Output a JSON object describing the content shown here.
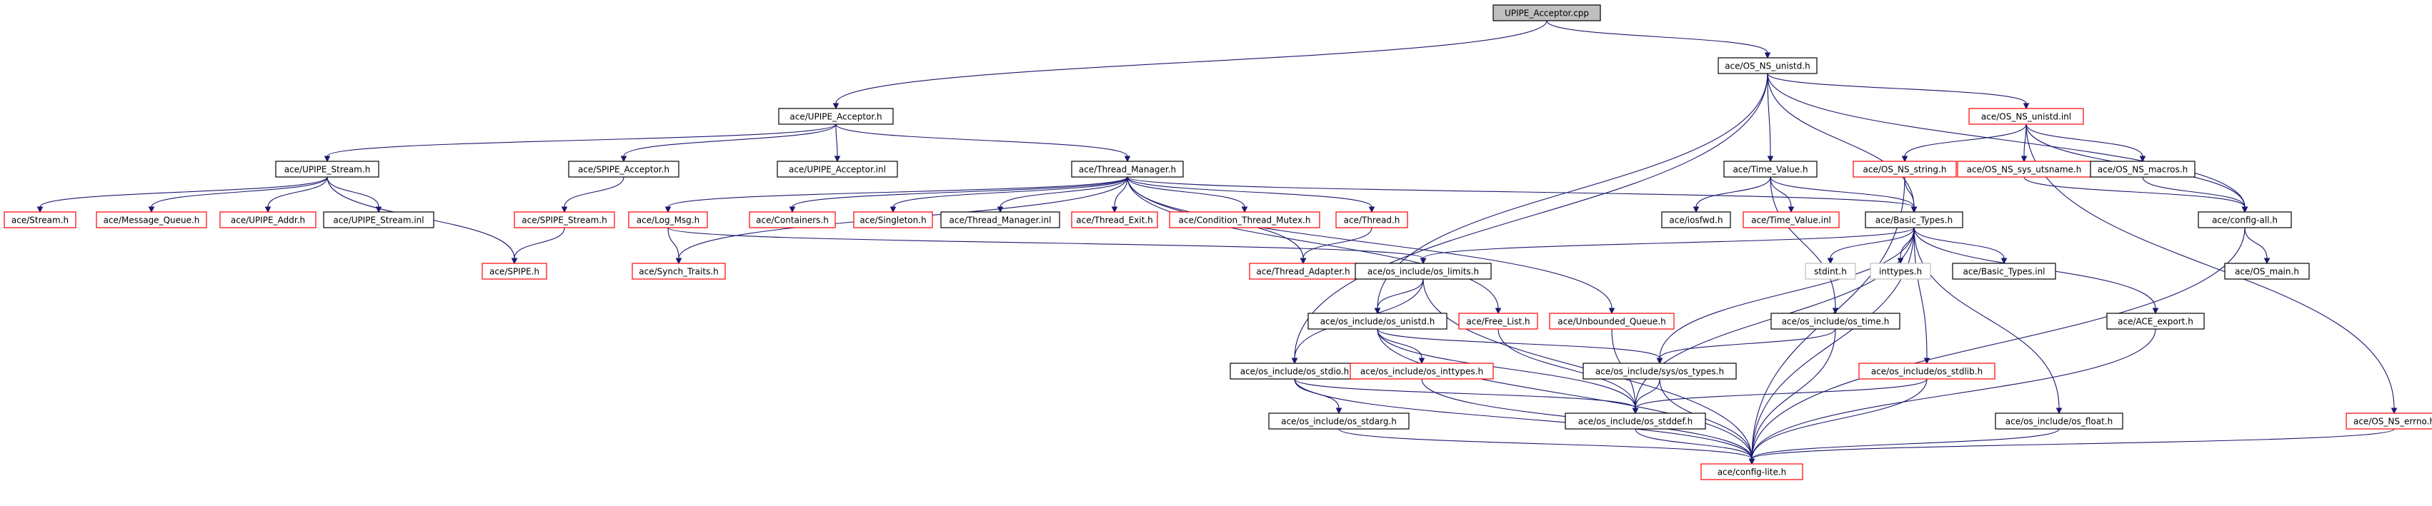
{
  "nodes": [
    {
      "id": "root",
      "label": "UPIPE_Acceptor.cpp",
      "style": "root"
    },
    {
      "id": "os_ns_unistd_h",
      "label": "ace/OS_NS_unistd.h",
      "style": "black"
    },
    {
      "id": "upipe_acceptor_h",
      "label": "ace/UPIPE_Acceptor.h",
      "style": "black"
    },
    {
      "id": "os_ns_unistd_inl",
      "label": "ace/OS_NS_unistd.inl",
      "style": "red"
    },
    {
      "id": "upipe_stream_h",
      "label": "ace/UPIPE_Stream.h",
      "style": "black"
    },
    {
      "id": "spipe_acceptor_h",
      "label": "ace/SPIPE_Acceptor.h",
      "style": "black"
    },
    {
      "id": "upipe_acceptor_inl",
      "label": "ace/UPIPE_Acceptor.inl",
      "style": "black"
    },
    {
      "id": "thread_manager_h",
      "label": "ace/Thread_Manager.h",
      "style": "black"
    },
    {
      "id": "time_value_h",
      "label": "ace/Time_Value.h",
      "style": "black"
    },
    {
      "id": "os_ns_string_h",
      "label": "ace/OS_NS_string.h",
      "style": "red"
    },
    {
      "id": "os_ns_sys_utsname_h",
      "label": "ace/OS_NS_sys_utsname.h",
      "style": "red"
    },
    {
      "id": "os_ns_macros_h",
      "label": "ace/OS_NS_macros.h",
      "style": "black"
    },
    {
      "id": "stream_h",
      "label": "ace/Stream.h",
      "style": "red"
    },
    {
      "id": "message_queue_h",
      "label": "ace/Message_Queue.h",
      "style": "red"
    },
    {
      "id": "upipe_addr_h",
      "label": "ace/UPIPE_Addr.h",
      "style": "red"
    },
    {
      "id": "upipe_stream_inl",
      "label": "ace/UPIPE_Stream.inl",
      "style": "black"
    },
    {
      "id": "spipe_stream_h",
      "label": "ace/SPIPE_Stream.h",
      "style": "red"
    },
    {
      "id": "log_msg_h",
      "label": "ace/Log_Msg.h",
      "style": "red"
    },
    {
      "id": "containers_h",
      "label": "ace/Containers.h",
      "style": "red"
    },
    {
      "id": "singleton_h",
      "label": "ace/Singleton.h",
      "style": "red"
    },
    {
      "id": "thread_manager_inl",
      "label": "ace/Thread_Manager.inl",
      "style": "black"
    },
    {
      "id": "thread_exit_h",
      "label": "ace/Thread_Exit.h",
      "style": "red"
    },
    {
      "id": "condition_thread_mutex_h",
      "label": "ace/Condition_Thread_Mutex.h",
      "style": "red"
    },
    {
      "id": "thread_h",
      "label": "ace/Thread.h",
      "style": "red"
    },
    {
      "id": "iosfwd_h",
      "label": "ace/iosfwd.h",
      "style": "black"
    },
    {
      "id": "time_value_inl",
      "label": "ace/Time_Value.inl",
      "style": "red"
    },
    {
      "id": "basic_types_h",
      "label": "ace/Basic_Types.h",
      "style": "black"
    },
    {
      "id": "config_all_h",
      "label": "ace/config-all.h",
      "style": "black"
    },
    {
      "id": "spipe_h",
      "label": "ace/SPIPE.h",
      "style": "red"
    },
    {
      "id": "synch_traits_h",
      "label": "ace/Synch_Traits.h",
      "style": "red"
    },
    {
      "id": "thread_adapter_h",
      "label": "ace/Thread_Adapter.h",
      "style": "red"
    },
    {
      "id": "os_include_os_limits_h",
      "label": "ace/os_include/os_limits.h",
      "style": "black"
    },
    {
      "id": "stdint_h",
      "label": "stdint.h",
      "style": "gray"
    },
    {
      "id": "inttypes_h",
      "label": "inttypes.h",
      "style": "gray"
    },
    {
      "id": "basic_types_inl",
      "label": "ace/Basic_Types.inl",
      "style": "black"
    },
    {
      "id": "os_main_h",
      "label": "ace/OS_main.h",
      "style": "black"
    },
    {
      "id": "os_include_os_unistd_h",
      "label": "ace/os_include/os_unistd.h",
      "style": "black"
    },
    {
      "id": "free_list_h",
      "label": "ace/Free_List.h",
      "style": "red"
    },
    {
      "id": "unbounded_queue_h",
      "label": "ace/Unbounded_Queue.h",
      "style": "red"
    },
    {
      "id": "os_include_os_time_h",
      "label": "ace/os_include/os_time.h",
      "style": "black"
    },
    {
      "id": "ace_export_h",
      "label": "ace/ACE_export.h",
      "style": "black"
    },
    {
      "id": "os_include_os_stdio_h",
      "label": "ace/os_include/os_stdio.h",
      "style": "black"
    },
    {
      "id": "os_include_os_inttypes_h",
      "label": "ace/os_include/os_inttypes.h",
      "style": "red"
    },
    {
      "id": "os_include_sys_os_types_h",
      "label": "ace/os_include/sys/os_types.h",
      "style": "black"
    },
    {
      "id": "os_include_os_stdlib_h",
      "label": "ace/os_include/os_stdlib.h",
      "style": "red"
    },
    {
      "id": "os_include_os_stdarg_h",
      "label": "ace/os_include/os_stdarg.h",
      "style": "black"
    },
    {
      "id": "os_include_os_stddef_h",
      "label": "ace/os_include/os_stddef.h",
      "style": "black"
    },
    {
      "id": "os_include_os_float_h",
      "label": "ace/os_include/os_float.h",
      "style": "black"
    },
    {
      "id": "os_ns_errno_h",
      "label": "ace/OS_NS_errno.h",
      "style": "red"
    },
    {
      "id": "config_lite_h",
      "label": "ace/config-lite.h",
      "style": "red"
    }
  ],
  "edges": [
    [
      "root",
      "os_ns_unistd_h"
    ],
    [
      "root",
      "upipe_acceptor_h"
    ],
    [
      "os_ns_unistd_h",
      "os_ns_unistd_inl"
    ],
    [
      "os_ns_unistd_h",
      "time_value_h"
    ],
    [
      "os_ns_unistd_h",
      "basic_types_h"
    ],
    [
      "os_ns_unistd_h",
      "config_all_h"
    ],
    [
      "os_ns_unistd_h",
      "os_include_os_unistd_h"
    ],
    [
      "os_ns_unistd_h",
      "os_include_os_stdio_h"
    ],
    [
      "upipe_acceptor_h",
      "upipe_stream_h"
    ],
    [
      "upipe_acceptor_h",
      "spipe_acceptor_h"
    ],
    [
      "upipe_acceptor_h",
      "upipe_acceptor_inl"
    ],
    [
      "upipe_acceptor_h",
      "thread_manager_h"
    ],
    [
      "os_ns_unistd_inl",
      "os_ns_string_h"
    ],
    [
      "os_ns_unistd_inl",
      "os_ns_sys_utsname_h"
    ],
    [
      "os_ns_unistd_inl",
      "os_ns_macros_h"
    ],
    [
      "os_ns_unistd_inl",
      "config_all_h"
    ],
    [
      "os_ns_unistd_inl",
      "os_ns_errno_h"
    ],
    [
      "upipe_stream_h",
      "stream_h"
    ],
    [
      "upipe_stream_h",
      "message_queue_h"
    ],
    [
      "upipe_stream_h",
      "upipe_addr_h"
    ],
    [
      "upipe_stream_h",
      "upipe_stream_inl"
    ],
    [
      "upipe_stream_h",
      "spipe_h"
    ],
    [
      "spipe_acceptor_h",
      "spipe_stream_h"
    ],
    [
      "spipe_stream_h",
      "spipe_h"
    ],
    [
      "thread_manager_h",
      "log_msg_h"
    ],
    [
      "thread_manager_h",
      "containers_h"
    ],
    [
      "thread_manager_h",
      "singleton_h"
    ],
    [
      "thread_manager_h",
      "thread_manager_inl"
    ],
    [
      "thread_manager_h",
      "thread_exit_h"
    ],
    [
      "thread_manager_h",
      "condition_thread_mutex_h"
    ],
    [
      "thread_manager_h",
      "thread_h"
    ],
    [
      "thread_manager_h",
      "synch_traits_h"
    ],
    [
      "thread_manager_h",
      "thread_adapter_h"
    ],
    [
      "thread_manager_h",
      "free_list_h"
    ],
    [
      "thread_manager_h",
      "unbounded_queue_h"
    ],
    [
      "thread_manager_h",
      "basic_types_h"
    ],
    [
      "thread_h",
      "thread_adapter_h"
    ],
    [
      "log_msg_h",
      "synch_traits_h"
    ],
    [
      "log_msg_h",
      "os_include_os_limits_h"
    ],
    [
      "time_value_h",
      "iosfwd_h"
    ],
    [
      "time_value_h",
      "time_value_inl"
    ],
    [
      "time_value_h",
      "basic_types_h"
    ],
    [
      "time_value_h",
      "os_include_os_time_h"
    ],
    [
      "os_ns_string_h",
      "basic_types_h"
    ],
    [
      "os_ns_string_h",
      "config_lite_h"
    ],
    [
      "os_ns_sys_utsname_h",
      "config_all_h"
    ],
    [
      "os_ns_macros_h",
      "config_all_h"
    ],
    [
      "basic_types_h",
      "os_include_os_limits_h"
    ],
    [
      "basic_types_h",
      "stdint_h"
    ],
    [
      "basic_types_h",
      "inttypes_h"
    ],
    [
      "basic_types_h",
      "basic_types_inl"
    ],
    [
      "basic_types_h",
      "ace_export_h"
    ],
    [
      "basic_types_h",
      "os_include_os_stddef_h"
    ],
    [
      "basic_types_h",
      "os_include_sys_os_types_h"
    ],
    [
      "basic_types_h",
      "os_include_os_stdlib_h"
    ],
    [
      "basic_types_h",
      "os_include_os_float_h"
    ],
    [
      "basic_types_h",
      "config_lite_h"
    ],
    [
      "config_all_h",
      "os_main_h"
    ],
    [
      "config_all_h",
      "config_lite_h"
    ],
    [
      "os_include_os_limits_h",
      "os_include_os_unistd_h"
    ],
    [
      "os_include_os_limits_h",
      "os_include_os_stdio_h"
    ],
    [
      "os_include_os_limits_h",
      "config_lite_h"
    ],
    [
      "os_include_os_unistd_h",
      "os_include_os_inttypes_h"
    ],
    [
      "os_include_os_unistd_h",
      "os_include_sys_os_types_h"
    ],
    [
      "os_include_os_unistd_h",
      "os_include_os_stddef_h"
    ],
    [
      "os_include_os_unistd_h",
      "config_lite_h"
    ],
    [
      "free_list_h",
      "os_include_os_stddef_h"
    ],
    [
      "unbounded_queue_h",
      "os_include_os_stddef_h"
    ],
    [
      "os_include_os_time_h",
      "os_include_sys_os_types_h"
    ],
    [
      "os_include_os_time_h",
      "config_lite_h"
    ],
    [
      "os_include_os_stdio_h",
      "os_include_os_stdarg_h"
    ],
    [
      "os_include_os_stdio_h",
      "os_include_os_stddef_h"
    ],
    [
      "os_include_os_stdio_h",
      "config_lite_h"
    ],
    [
      "os_include_os_inttypes_h",
      "config_lite_h"
    ],
    [
      "os_include_sys_os_types_h",
      "os_include_os_stddef_h"
    ],
    [
      "os_include_sys_os_types_h",
      "config_lite_h"
    ],
    [
      "os_include_os_stdlib_h",
      "os_include_os_stddef_h"
    ],
    [
      "os_include_os_stdlib_h",
      "config_lite_h"
    ],
    [
      "os_include_os_stdarg_h",
      "config_lite_h"
    ],
    [
      "os_include_os_stddef_h",
      "config_lite_h"
    ],
    [
      "os_include_os_float_h",
      "config_lite_h"
    ],
    [
      "ace_export_h",
      "config_lite_h"
    ],
    [
      "os_ns_errno_h",
      "config_lite_h"
    ]
  ]
}
